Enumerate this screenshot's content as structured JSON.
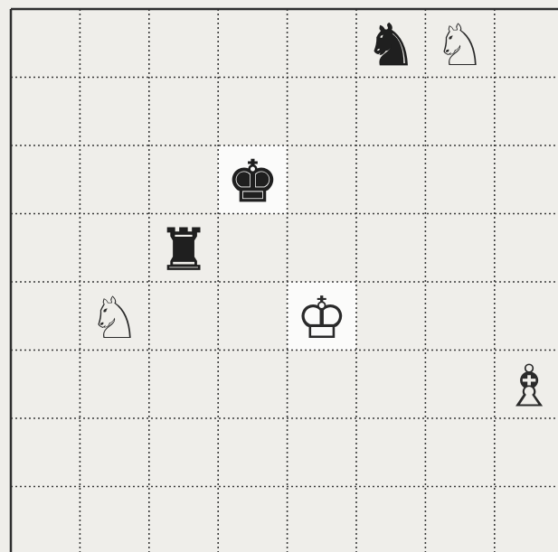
{
  "board": {
    "files": 8,
    "ranks": 8,
    "colors": {
      "paper": "#efeeea",
      "line": "#3a3a3a",
      "black_piece": "#1f1f1f",
      "white_piece": "#fbfbf8",
      "outline": "#2a2a2a",
      "highlight": "#fbfbfa"
    },
    "highlighted_squares": [
      "d6",
      "e4"
    ],
    "pieces": [
      {
        "square": "f8",
        "color": "black",
        "type": "knight",
        "glyph": "♞",
        "icon": "black-knight-icon"
      },
      {
        "square": "g8",
        "color": "white",
        "type": "knight",
        "glyph": "♘",
        "icon": "white-knight-icon"
      },
      {
        "square": "d6",
        "color": "black",
        "type": "king",
        "glyph": "♚",
        "icon": "black-king-icon"
      },
      {
        "square": "c5",
        "color": "black",
        "type": "rook",
        "glyph": "♜",
        "icon": "black-rook-icon"
      },
      {
        "square": "b4",
        "color": "white",
        "type": "knight",
        "glyph": "♘",
        "icon": "white-knight-icon"
      },
      {
        "square": "e4",
        "color": "white",
        "type": "king",
        "glyph": "♔",
        "icon": "white-king-icon"
      },
      {
        "square": "h3",
        "color": "white",
        "type": "bishop",
        "glyph": "♗",
        "icon": "white-bishop-icon"
      }
    ]
  }
}
